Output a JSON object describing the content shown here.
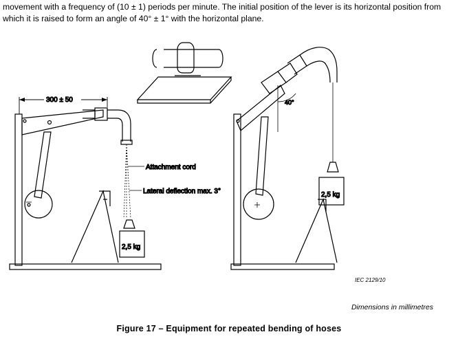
{
  "intro_text": "movement with a frequency of (10 ± 1) periods per minute. The initial position of the lever is its horizontal position from which it is raised to form an angle of 40° ± 1° with the horizontal plane.",
  "figure": {
    "dimension_label": "300 ± 50",
    "attachment_cord_label": "Attachment cord",
    "lateral_deflection_label": "Lateral deflection max. 3°",
    "weight_left_label": "2,5 kg",
    "weight_right_label": "2,5 kg",
    "angle_label": "40°",
    "reference_code": "IEC  2129/10",
    "units_note": "Dimensions in millimetres"
  },
  "caption": "Figure 17 – Equipment for repeated bending of hoses"
}
